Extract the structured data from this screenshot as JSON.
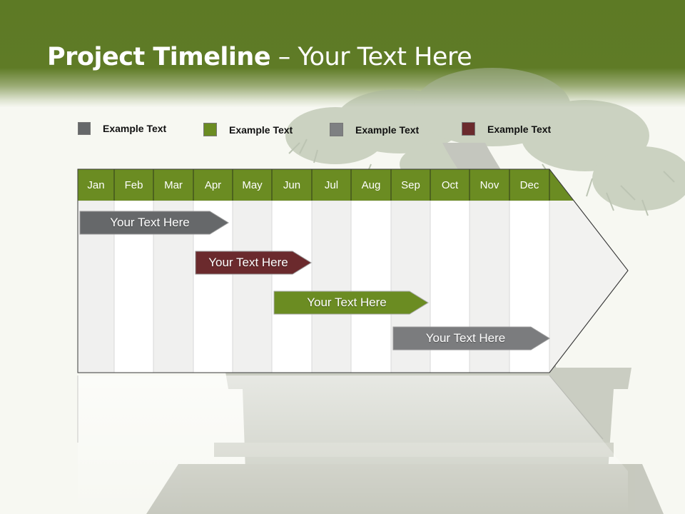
{
  "title": {
    "bold": "Project Timeline",
    "rest": " – Your Text Here"
  },
  "colors": {
    "header": "#5f7b26",
    "gray": "#66686a",
    "maroon": "#6b2a2d",
    "green": "#6b8c22",
    "gray2": "#7b7c7e"
  },
  "legend": [
    {
      "label": "Example Text",
      "color": "#66686a"
    },
    {
      "label": "Example Text",
      "color": "#6b8c22"
    },
    {
      "label": "Example Text",
      "color": "#7e8082"
    },
    {
      "label": "Example Text",
      "color": "#6b2a2d"
    }
  ],
  "months": [
    "Jan",
    "Feb",
    "Mar",
    "Apr",
    "May",
    "Jun",
    "Jul",
    "Aug",
    "Sep",
    "Oct",
    "Nov",
    "Dec"
  ],
  "bars": [
    {
      "label": "Your  Text Here",
      "color": "#66686a"
    },
    {
      "label": "Your  Text Here",
      "color": "#6b2a2d"
    },
    {
      "label": "Your  Text Here",
      "color": "#6b8c22"
    },
    {
      "label": "Your  Text Here",
      "color": "#7b7c7e"
    }
  ]
}
